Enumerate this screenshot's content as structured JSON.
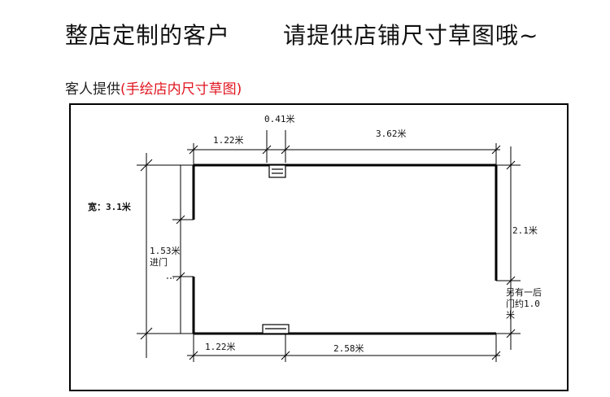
{
  "header": {
    "title_left": "整店定制的客户",
    "title_right": "请提供店铺尺寸草图哦~"
  },
  "subtitle": {
    "prefix": "客人提供",
    "highlight": "(手绘店内尺寸草图)"
  },
  "sketch": {
    "labels": {
      "gap_top": "0.41米",
      "top_left": "1.22米",
      "top_right": "3.62米",
      "width_left": "宽：3.1米",
      "door_left_value": "1.53米",
      "door_left_text": "进门",
      "right_wall": "2.1米",
      "back_door_line1": "另有一后",
      "back_door_line2": "门约1.0",
      "back_door_line3": "米",
      "bottom_left": "1.22米",
      "bottom_right": "2.58米"
    }
  }
}
